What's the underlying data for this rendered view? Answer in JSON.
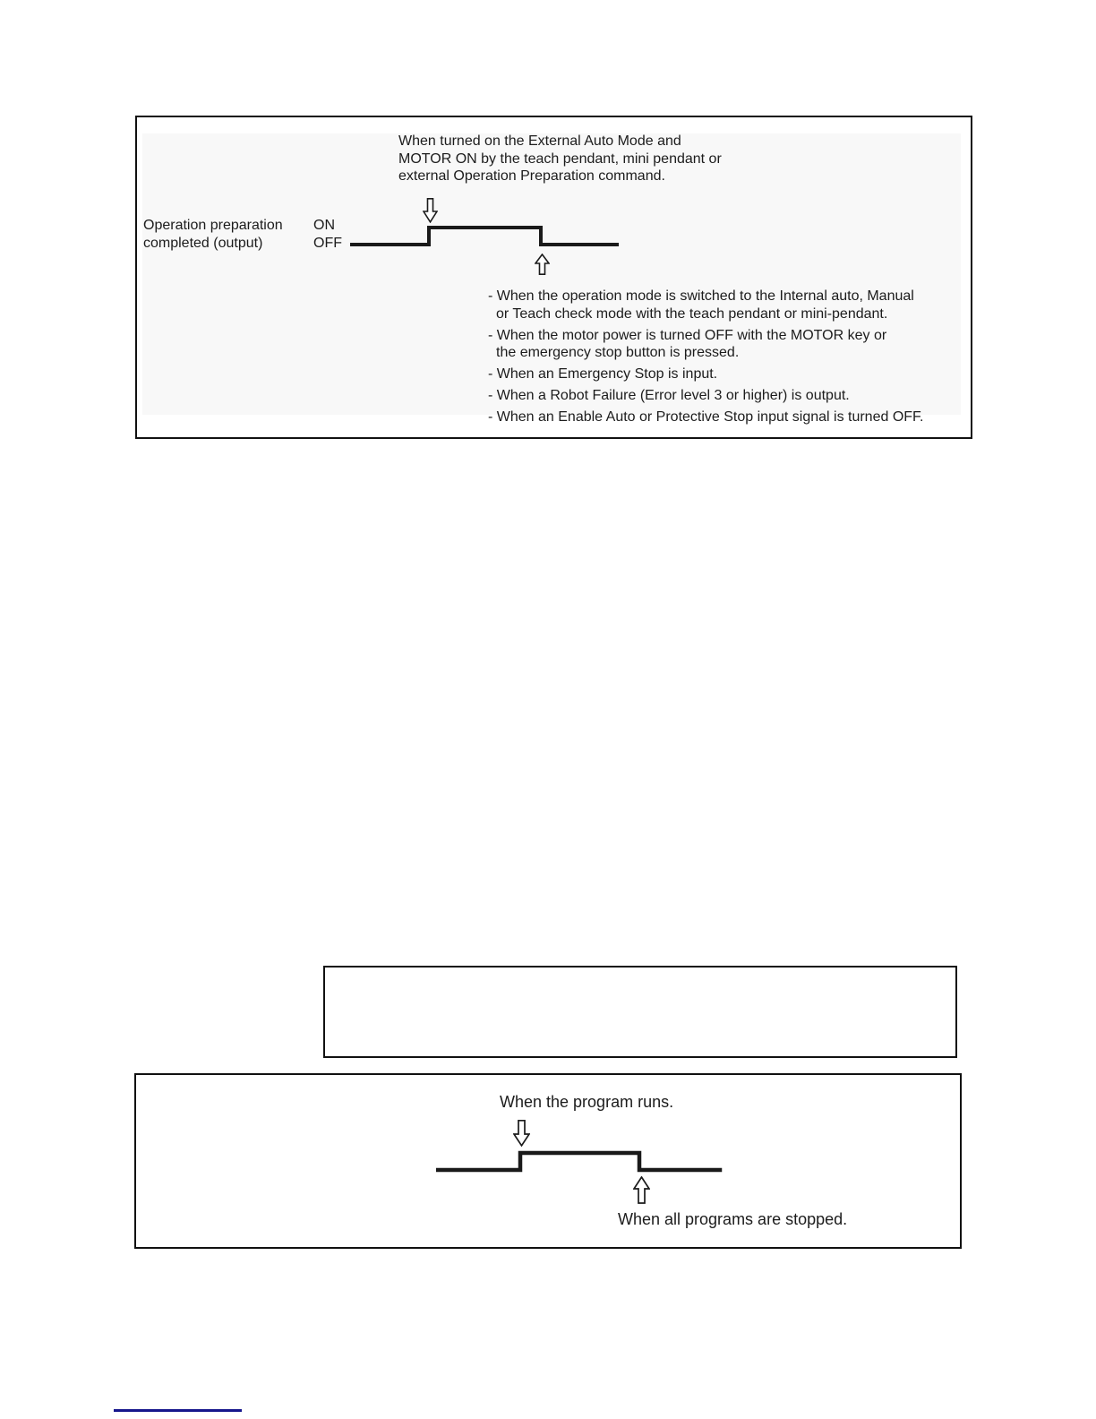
{
  "page": {
    "footer_rule_color": "#16168c"
  },
  "top_panel": {
    "trigger_note": [
      "When turned on the External Auto Mode and",
      "MOTOR ON by the teach pendant, mini pendant or",
      "external Operation Preparation command."
    ],
    "signal_label": [
      "Operation preparation",
      "completed (output)"
    ],
    "levels": {
      "on": "ON",
      "off": "OFF"
    },
    "off_conditions": [
      [
        "- When the operation mode is switched to the Internal auto, Manual",
        "or Teach check mode with the teach pendant or mini-pendant."
      ],
      [
        "- When the motor power is turned OFF with the MOTOR key or",
        "the emergency stop button is pressed."
      ],
      [
        "- When an Emergency Stop is input."
      ],
      [
        "- When a Robot Failure (Error level 3 or higher) is output."
      ],
      [
        "- When an Enable Auto or Protective Stop input signal is turned OFF."
      ]
    ]
  },
  "bottom_panel": {
    "rise_note": "When the program runs.",
    "fall_note": "When all programs are stopped."
  }
}
